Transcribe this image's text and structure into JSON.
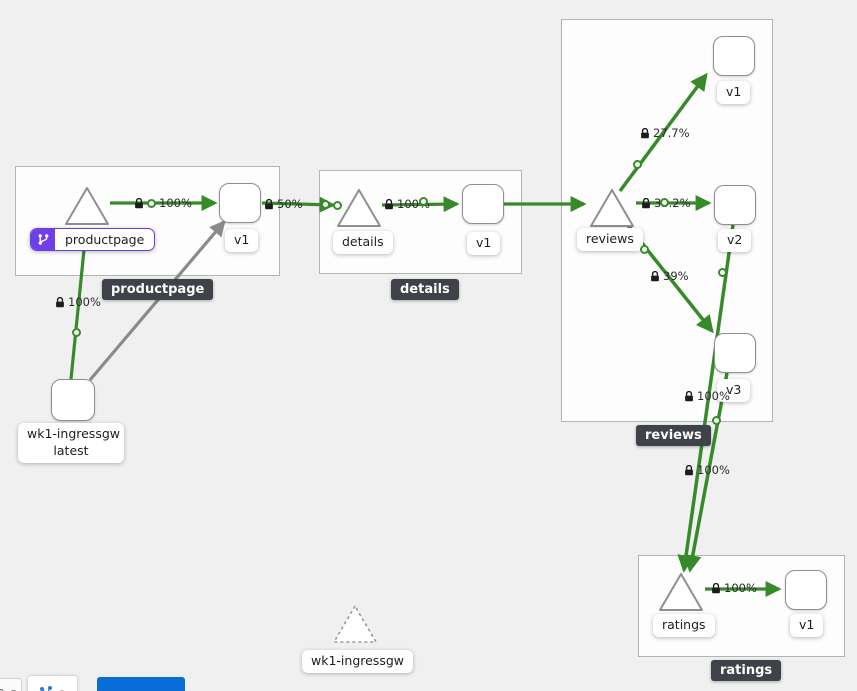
{
  "colors": {
    "edge_green": "#378a29",
    "edge_gray": "#8a8a8a",
    "vs_purple": "#703fec",
    "tooltip_bg": "#3f4248",
    "primary_blue": "#0a6cd6"
  },
  "nodes": {
    "productpage_service": "productpage",
    "productpage_v1": "v1",
    "details_service": "details",
    "details_v1": "v1",
    "reviews_service": "reviews",
    "reviews_v1": "v1",
    "reviews_v2": "v2",
    "reviews_v3": "v3",
    "ratings_service": "ratings",
    "ratings_v1": "v1",
    "ingress_workload_line1": "wk1-ingressgw",
    "ingress_workload_line2": "latest",
    "ingress_service": "wk1-ingressgw"
  },
  "edges": {
    "ingress_to_productpage": "100%",
    "productpage_to_v1": "100%",
    "v1_to_details": "50%",
    "details_to_v1": "100%",
    "reviews_to_v1": "27.7%",
    "reviews_to_v2": "33.2%",
    "reviews_to_v3": "39%",
    "v3_to_ratings": "100%",
    "v2_to_ratings": "100%",
    "ratings_to_v1": "100%"
  },
  "tooltips": {
    "productpage": "productpage",
    "details": "details",
    "reviews": "reviews",
    "ratings": "ratings"
  }
}
